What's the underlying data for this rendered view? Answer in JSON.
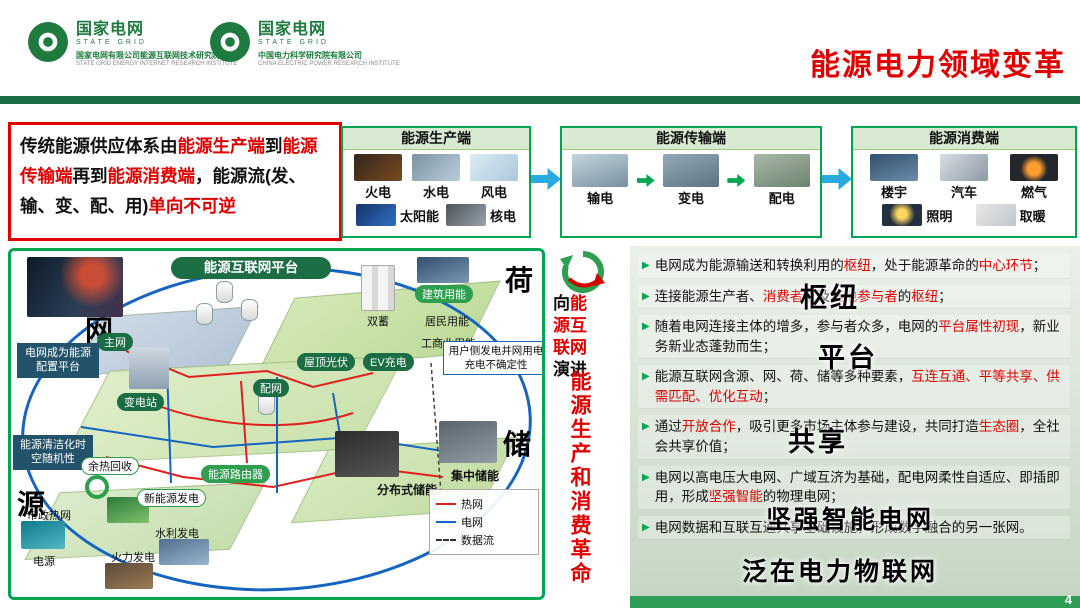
{
  "colors": {
    "brand_green": "#1b6e44",
    "accent_red": "#e00000",
    "box_green": "#00a651",
    "arrow_blue": "#29abe2",
    "panel_bg": "#dfe8dc"
  },
  "header": {
    "title": "能源电力领域变革",
    "logos": [
      {
        "cn": "国家电网",
        "en": "STATE GRID",
        "org_cn": "国家电网有限公司能源互联网技术研究院",
        "org_en": "STATE GRID ENERGY INTERNET RESEARCH INSTITUTE"
      },
      {
        "cn": "国家电网",
        "en": "STATE GRID",
        "org_cn": "中国电力科学研究院有限公司",
        "org_en": "CHINA ELECTRIC POWER RESEARCH INSTITUTE"
      }
    ]
  },
  "intro": {
    "segments": [
      {
        "t": "传统能源供应体系由",
        "c": "black"
      },
      {
        "t": "能源生产端",
        "c": "red"
      },
      {
        "t": "到",
        "c": "black"
      },
      {
        "t": "能源传输端",
        "c": "red"
      },
      {
        "t": "再到",
        "c": "black"
      },
      {
        "t": "能源消费端",
        "c": "red"
      },
      {
        "t": "，能源流(发、输、变、配、用)",
        "c": "black"
      },
      {
        "t": "单向不可逆",
        "c": "red"
      }
    ]
  },
  "flow": {
    "production": {
      "title": "能源生产端",
      "row1": [
        "火电",
        "水电",
        "风电"
      ],
      "row2": [
        "太阳能",
        "核电"
      ]
    },
    "transmission": {
      "title": "能源传输端",
      "items": [
        "输电",
        "变电",
        "配电"
      ]
    },
    "consumption": {
      "title": "能源消费端",
      "row1": [
        "楼宇",
        "汽车",
        "燃气"
      ],
      "row2": [
        "照明",
        "取暖"
      ]
    }
  },
  "evolution": {
    "vertical1": [
      {
        "t": "向",
        "c": "black"
      },
      {
        "t": "能源互联网",
        "c": "red"
      },
      {
        "t": "演进",
        "c": "black"
      }
    ],
    "vertical2": "能源生产和消费革命"
  },
  "diagram": {
    "platform": "能源互联网平台",
    "corner_net": "网",
    "corner_load": "荷",
    "corner_storage": "储",
    "corner_source": "源",
    "labels": {
      "main_grid": "主网",
      "grid_platform": "电网成为能源配置平台",
      "substation": "变电站",
      "dist_net": "配网",
      "dual_storage": "双蓄",
      "building_energy": "建筑用能",
      "resident_energy": "居民用能",
      "industry_energy": "工商业用能",
      "rooftop_pv": "屋顶光伏",
      "ev_charging": "EV充电",
      "user_side": "用户侧发电并网用电充电不确定性",
      "clean_energy": "能源清洁化时空随机性",
      "waste_heat": "余热回收",
      "energy_router": "能源路由器",
      "new_energy": "新能源发电",
      "distributed_storage": "分布式储能",
      "central_storage": "集中储能",
      "municipal_heat": "市政热网",
      "power_source": "电源",
      "hydro_power": "水利发电",
      "thermal_power": "火力发电"
    },
    "legend": {
      "heat": "热网",
      "grid": "电网",
      "data": "数据流"
    }
  },
  "right_panel": {
    "bullet_marker": "▶",
    "bullets": [
      {
        "segments": [
          {
            "t": "电网成为能源输送和转换利用的",
            "c": "black"
          },
          {
            "t": "枢纽",
            "c": "red"
          },
          {
            "t": "，处于能源革命的",
            "c": "black"
          },
          {
            "t": "中心环节",
            "c": "red"
          },
          {
            "t": "；",
            "c": "black"
          }
        ]
      },
      {
        "segments": [
          {
            "t": "连接能源生产者、",
            "c": "black"
          },
          {
            "t": "消费者",
            "c": "red"
          },
          {
            "t": "以及",
            "c": "black"
          },
          {
            "t": "其他参与者",
            "c": "red"
          },
          {
            "t": "的",
            "c": "black"
          },
          {
            "t": "枢纽",
            "c": "red"
          },
          {
            "t": "；",
            "c": "black"
          }
        ]
      },
      {
        "segments": [
          {
            "t": "随着电网连接主体的增多，参与者众多，电网的",
            "c": "black"
          },
          {
            "t": "平台属性初现",
            "c": "red"
          },
          {
            "t": "，新业务新业态蓬勃而生；",
            "c": "black"
          }
        ]
      },
      {
        "segments": [
          {
            "t": "能源互联网含源、网、荷、储等多种要素，",
            "c": "black"
          },
          {
            "t": "互连互通、平等共享、供需匹配、优化互动",
            "c": "red"
          },
          {
            "t": "；",
            "c": "black"
          }
        ]
      },
      {
        "segments": [
          {
            "t": "通过",
            "c": "black"
          },
          {
            "t": "开放合作",
            "c": "red"
          },
          {
            "t": "，吸引更多市场主体参与建设，共同打造",
            "c": "black"
          },
          {
            "t": "生态圈",
            "c": "red"
          },
          {
            "t": "，全社会共享价值；",
            "c": "black"
          }
        ]
      },
      {
        "segments": [
          {
            "t": "电网以高电压大电网、广域互济为基础，配电网柔性自适应、即插即用，形成",
            "c": "black"
          },
          {
            "t": "坚强智能",
            "c": "red"
          },
          {
            "t": "的物理电网；",
            "c": "black"
          }
        ]
      },
      {
        "segments": [
          {
            "t": "电网数据和互联互通共享基础设施，形成数字融合的另一张网。",
            "c": "black"
          }
        ]
      }
    ],
    "overlays": [
      "枢纽",
      "平台",
      "共享",
      "坚强智能电网",
      "泛在电力物联网"
    ]
  },
  "footer": {
    "page_number": "4"
  }
}
